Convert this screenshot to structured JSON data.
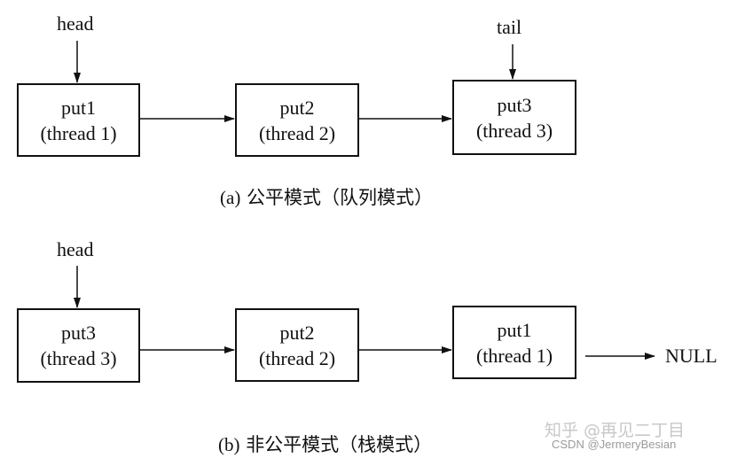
{
  "diagram_a": {
    "head_label": "head",
    "tail_label": "tail",
    "nodes": [
      {
        "put": "put1",
        "thread": "(thread 1)"
      },
      {
        "put": "put2",
        "thread": "(thread 2)"
      },
      {
        "put": "put3",
        "thread": "(thread 3)"
      }
    ],
    "caption_letter": "(a)",
    "caption_text": "公平模式（队列模式）"
  },
  "diagram_b": {
    "head_label": "head",
    "nodes": [
      {
        "put": "put3",
        "thread": "(thread 3)"
      },
      {
        "put": "put2",
        "thread": "(thread 2)"
      },
      {
        "put": "put1",
        "thread": "(thread 1)"
      }
    ],
    "null_label": "NULL",
    "caption_letter": "(b)",
    "caption_text": "非公平模式（栈模式）"
  },
  "watermark": {
    "main": "知乎 @再见二丁目",
    "csdn": "CSDN @JermeryBesian"
  }
}
